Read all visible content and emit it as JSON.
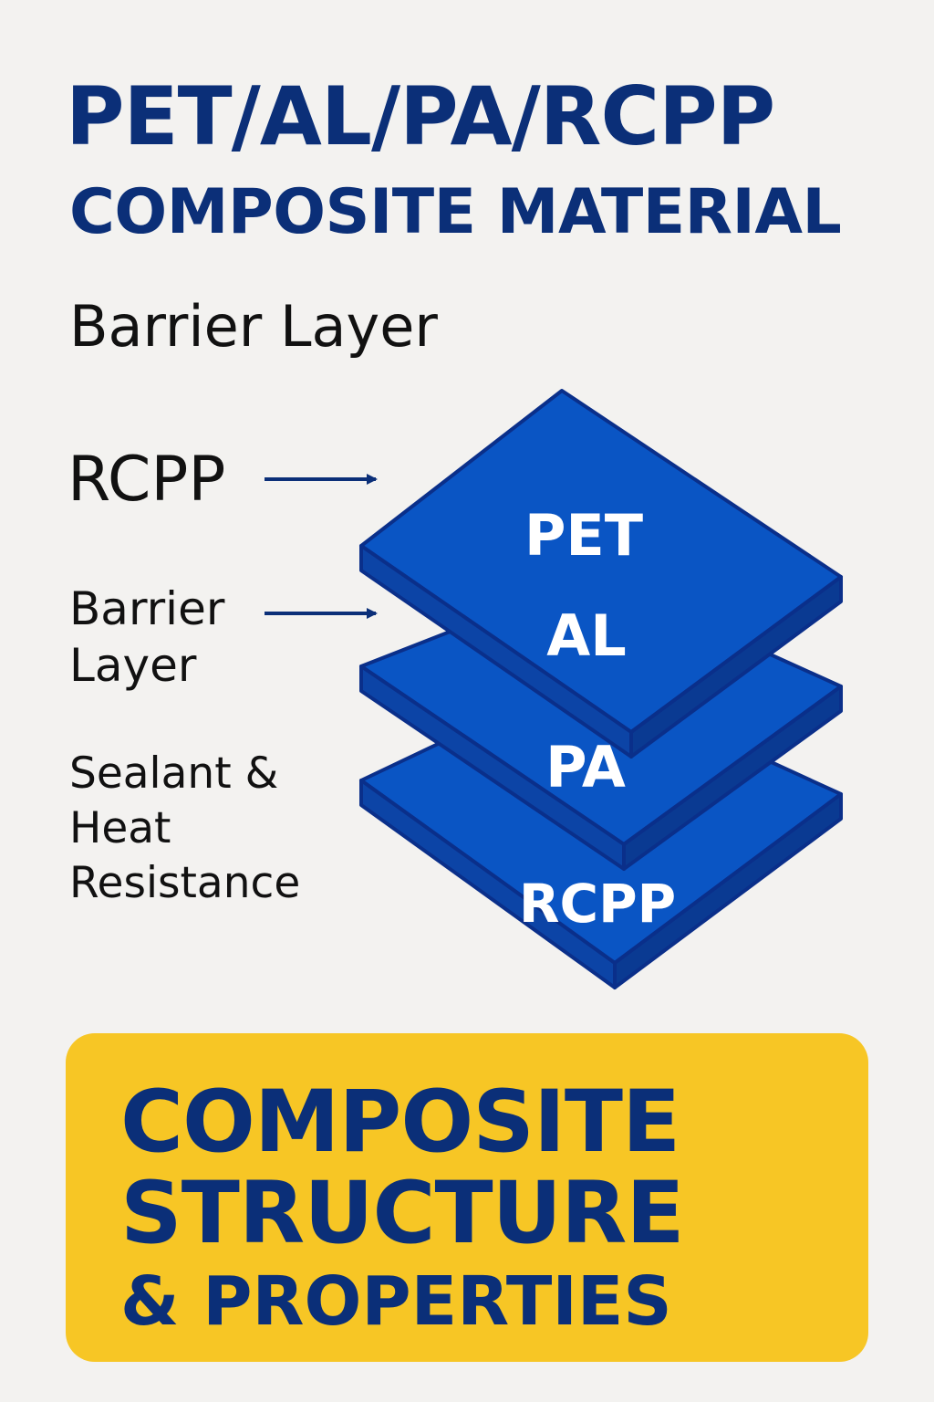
{
  "title": {
    "line1": "PET/AL/PA/RCPP",
    "line2": "COMPOSITE MATERIAL"
  },
  "barrier_heading": "Barrier Layer",
  "left_labels": {
    "rcpp": "RCPP",
    "barrier": [
      "Barrier",
      "Layer"
    ],
    "sealant": [
      "Sealant &",
      "Heat",
      "Resistance"
    ]
  },
  "layers": [
    "PET",
    "AL",
    "PA",
    "RCPP"
  ],
  "footer": {
    "line1": "COMPOSITE",
    "line2": "STRUCTURE",
    "line3": "& PROPERTIES"
  },
  "colors": {
    "background": "#f3f2f0",
    "title": "#0b2f78",
    "layer_fill": "#0a55c4",
    "layer_outline": "#0a2f8a",
    "footer_bg": "#f7c625"
  }
}
